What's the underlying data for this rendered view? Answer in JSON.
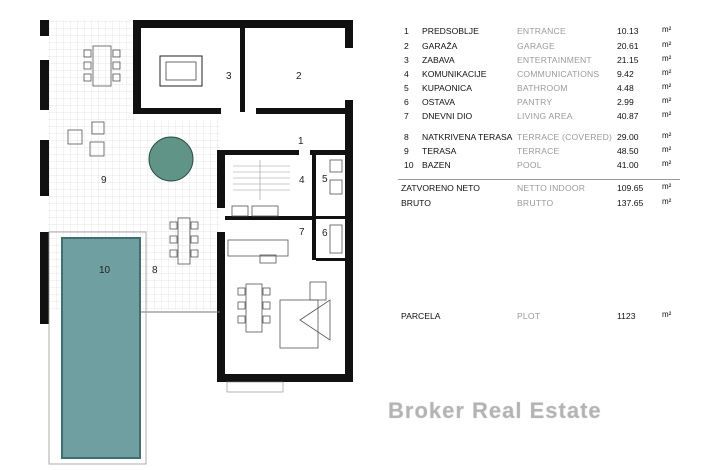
{
  "rooms": [
    {
      "no": "1",
      "hr": "PREDSOBLJE",
      "en": "ENTRANCE",
      "area": "10.13",
      "unit": "m²"
    },
    {
      "no": "2",
      "hr": "GARAŽA",
      "en": "GARAGE",
      "area": "20.61",
      "unit": "m²"
    },
    {
      "no": "3",
      "hr": "ZABAVA",
      "en": "ENTERTAINMENT",
      "area": "21.15",
      "unit": "m²"
    },
    {
      "no": "4",
      "hr": "KOMUNIKACIJE",
      "en": "COMMUNICATIONS",
      "area": "9.42",
      "unit": "m²"
    },
    {
      "no": "5",
      "hr": "KUPAONICA",
      "en": "BATHROOM",
      "area": "4.48",
      "unit": "m²"
    },
    {
      "no": "6",
      "hr": "OSTAVA",
      "en": "PANTRY",
      "area": "2.99",
      "unit": "m²"
    },
    {
      "no": "7",
      "hr": "DNEVNI DIO",
      "en": "LIVING AREA",
      "area": "40.87",
      "unit": "m²"
    },
    {
      "no": "8",
      "hr": "NATKRIVENA TERASA",
      "en": "TERRACE (COVERED)",
      "area": "29.00",
      "unit": "m²"
    },
    {
      "no": "9",
      "hr": "TERASA",
      "en": "TERRACE",
      "area": "48.50",
      "unit": "m²"
    },
    {
      "no": "10",
      "hr": "BAZEN",
      "en": "POOL",
      "area": "41.00",
      "unit": "m²"
    }
  ],
  "totals": [
    {
      "hr": "ZATVORENO NETO",
      "en": "NETTO INDOOR",
      "area": "109.65",
      "unit": "m²"
    },
    {
      "hr": "BRUTO",
      "en": "BRUTTO",
      "area": "137.65",
      "unit": "m²"
    }
  ],
  "plot": {
    "hr": "PARCELA",
    "en": "PLOT",
    "area": "1123",
    "unit": "m²"
  },
  "plan_labels": [
    "1",
    "2",
    "3",
    "4",
    "5",
    "6",
    "7",
    "8",
    "9",
    "10"
  ],
  "watermark": "Broker Real Estate",
  "colors": {
    "wall": "#111111",
    "pool": "#6f9fa0",
    "pool_edge": "#3f6f70",
    "rug": "#5f9486",
    "grid": "#c9c9c9"
  }
}
